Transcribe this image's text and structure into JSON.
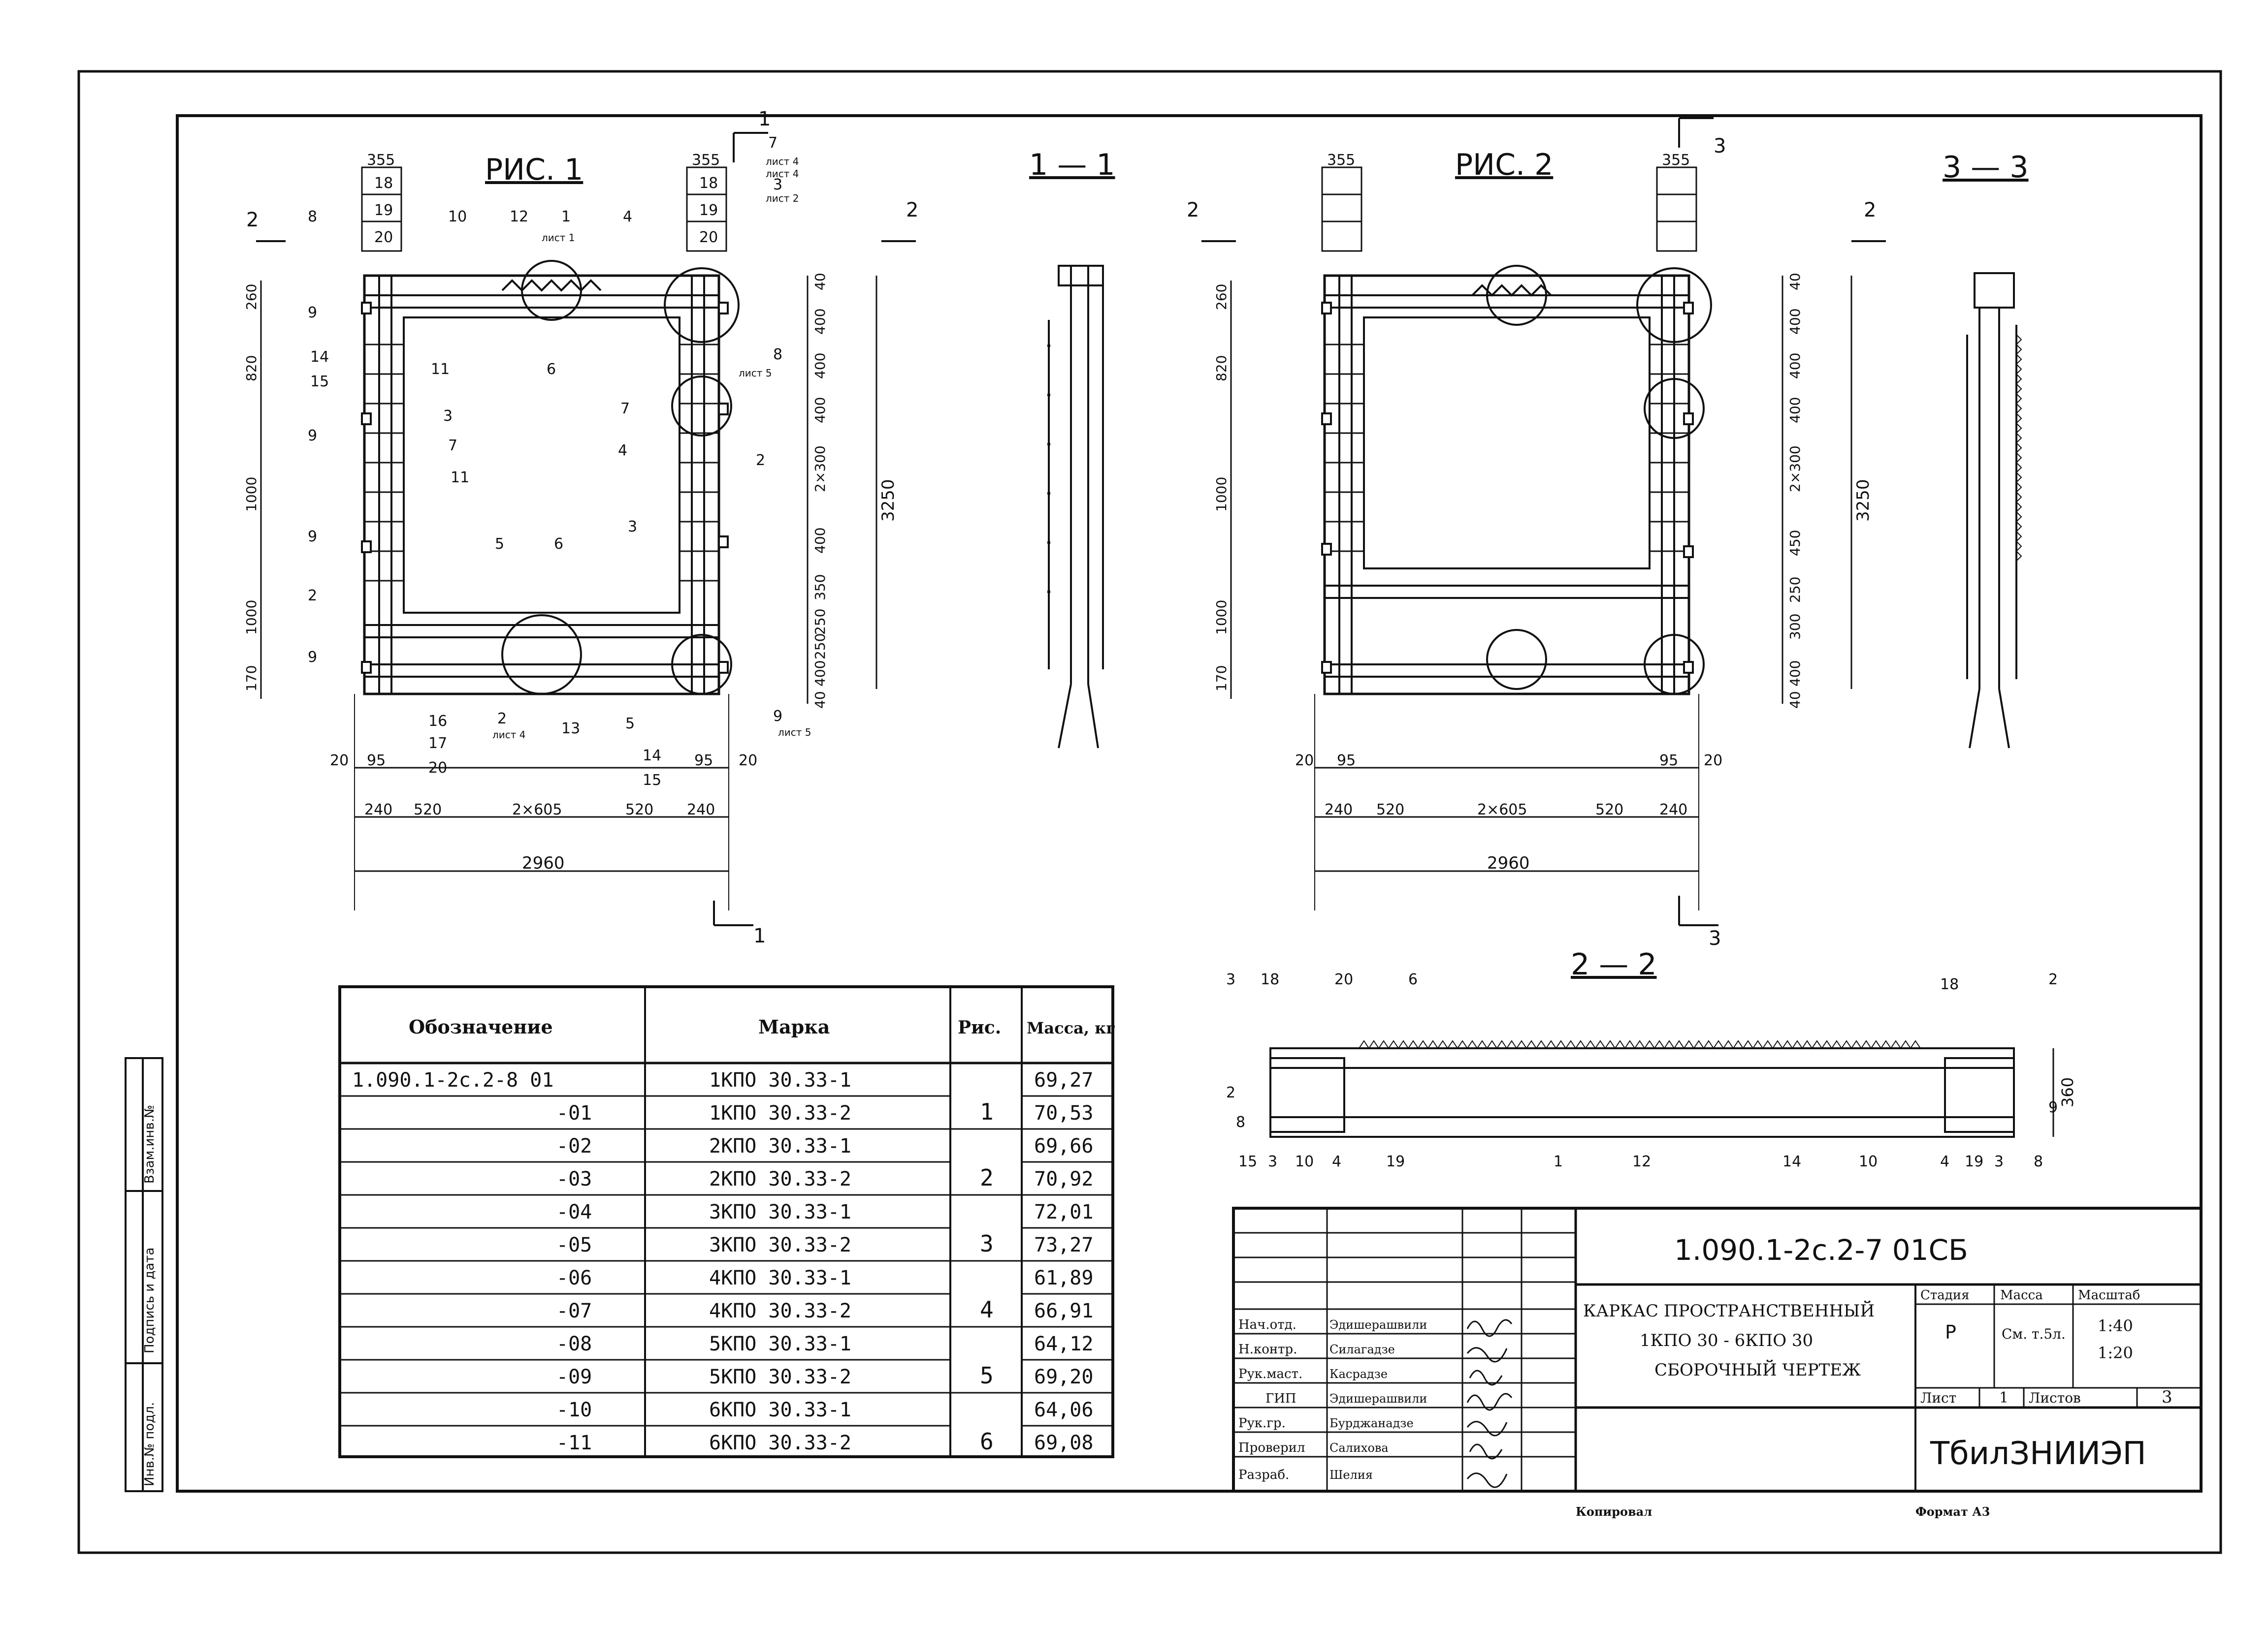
{
  "figures": {
    "fig1_title": "РИС. 1",
    "fig2_title": "РИС. 2",
    "section_1_1": "1 — 1",
    "section_3_3": "3 — 3",
    "section_2_2": "2 — 2"
  },
  "section_markers": {
    "cut_1": "1",
    "cut_2": "2",
    "cut_3": "3"
  },
  "fig1": {
    "top_dims": [
      "355",
      "355"
    ],
    "top_stack_left": [
      "18",
      "19",
      "20"
    ],
    "top_stack_right": [
      "18",
      "19",
      "20"
    ],
    "left_dims": [
      "260",
      "820",
      "1000",
      "1000",
      "170"
    ],
    "right_dims": [
      "40",
      "400",
      "400",
      "400",
      "2×300",
      "400",
      "350",
      "250",
      "250",
      "400",
      "40"
    ],
    "overall_height": "3250",
    "bottom_dims_1": [
      "20",
      "95",
      "95",
      "20"
    ],
    "bottom_dims_2": [
      "240",
      "520",
      "2×605",
      "520",
      "240"
    ],
    "overall_width": "2960",
    "callouts": [
      "8",
      "10",
      "12",
      "1",
      "4",
      "9",
      "14",
      "15",
      "6",
      "11",
      "9",
      "3",
      "7",
      "11",
      "9",
      "2",
      "5",
      "6",
      "4",
      "3",
      "2",
      "7",
      "9",
      "16",
      "17",
      "20",
      "13",
      "5",
      "14",
      "15",
      "8",
      "9",
      "2",
      "7",
      "3"
    ],
    "sheet_refs": [
      "лист 1",
      "лист 4",
      "лист 4",
      "лист 2",
      "лист 5",
      "лист 4",
      "лист 5"
    ]
  },
  "fig2": {
    "top_dims": [
      "355",
      "355"
    ],
    "left_dims": [
      "260",
      "820",
      "1000",
      "1000",
      "170"
    ],
    "right_dims": [
      "40",
      "400",
      "400",
      "400",
      "2×300",
      "450",
      "250",
      "300",
      "400",
      "40"
    ],
    "overall_height": "3250",
    "bottom_dims_1": [
      "20",
      "95",
      "95",
      "20"
    ],
    "bottom_dims_2": [
      "240",
      "520",
      "2×605",
      "520",
      "240"
    ],
    "overall_width": "2960"
  },
  "section_2_2": {
    "height": "360",
    "callouts": [
      "3",
      "18",
      "20",
      "6",
      "18",
      "2",
      "2",
      "8",
      "15",
      "3",
      "10",
      "4",
      "19",
      "1",
      "12",
      "14",
      "10",
      "4",
      "19",
      "3",
      "8",
      "9"
    ]
  },
  "table": {
    "headers": [
      "Обозначение",
      "Марка",
      "Рис.",
      "Масса, кг"
    ],
    "rows": [
      {
        "code": "1.090.1-2с.2-8 01",
        "mark": "1КПО 30.33-1",
        "mass": "69,27"
      },
      {
        "code": "-01",
        "mark": "1КПО 30.33-2",
        "mass": "70,53"
      },
      {
        "code": "-02",
        "mark": "2КПО 30.33-1",
        "mass": "69,66"
      },
      {
        "code": "-03",
        "mark": "2КПО 30.33-2",
        "mass": "70,92"
      },
      {
        "code": "-04",
        "mark": "3КПО 30.33-1",
        "mass": "72,01"
      },
      {
        "code": "-05",
        "mark": "3КПО 30.33-2",
        "mass": "73,27"
      },
      {
        "code": "-06",
        "mark": "4КПО 30.33-1",
        "mass": "61,89"
      },
      {
        "code": "-07",
        "mark": "4КПО 30.33-2",
        "mass": "66,91"
      },
      {
        "code": "-08",
        "mark": "5КПО 30.33-1",
        "mass": "64,12"
      },
      {
        "code": "-09",
        "mark": "5КПО 30.33-2",
        "mass": "69,20"
      },
      {
        "code": "-10",
        "mark": "6КПО 30.33-1",
        "mass": "64,06"
      },
      {
        "code": "-11",
        "mark": "6КПО 30.33-2",
        "mass": "69,08"
      }
    ],
    "figs": [
      "1",
      "2",
      "3",
      "4",
      "5",
      "6"
    ]
  },
  "title_block": {
    "doc_code": "1.090.1-2с.2-7   01СБ",
    "title_line1": "КАРКАС ПРОСТРАНСТВЕННЫЙ",
    "title_line2": "1КПО 30 - 6КПО 30",
    "title_line3": "СБОРОЧНЫЙ ЧЕРТЕЖ",
    "stage_header": "Стадия",
    "mass_header": "Масса",
    "scale_header": "Масштаб",
    "stage": "Р",
    "mass_value": "См. т.5л.",
    "scale_1": "1:40",
    "scale_2": "1:20",
    "sheet_label": "Лист",
    "sheet_no": "1",
    "sheets_label": "Листов",
    "sheets_total": "3",
    "org": "ТбилЗНИИЭП",
    "roles": [
      "Нач.отд.",
      "Н.контр.",
      "Рук.маст.",
      "ГИП",
      "Рук.гр.",
      "Проверил",
      "Разраб."
    ],
    "names": [
      "Эдишерашвили",
      "Силагадзе",
      "Касрадзе",
      "Эдишерашвили",
      "Бурджанадзе",
      "Салихова",
      "Шелия"
    ]
  },
  "footer": {
    "copied": "Копировал",
    "format": "Формат А3"
  },
  "side_stamp": {
    "cells": [
      "Инв.№ подл.",
      "Подпись и дата",
      "Взам.инв.№"
    ]
  }
}
